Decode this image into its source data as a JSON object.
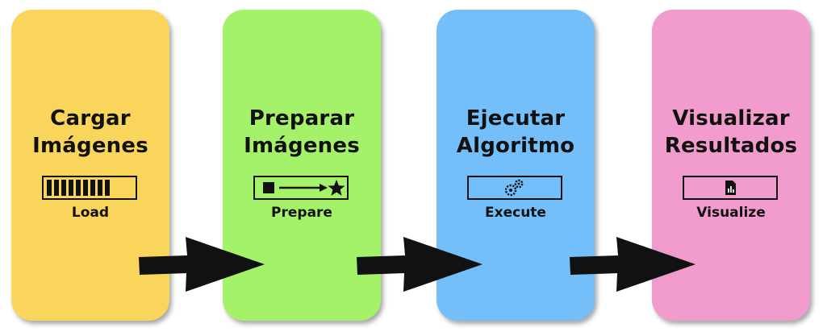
{
  "steps": [
    {
      "title_line1": "Cargar",
      "title_line2": "Imágenes",
      "label": "Load",
      "color": "#fad55b",
      "icon": "progress-bar-icon"
    },
    {
      "title_line1": "Preparar",
      "title_line2": "Imágenes",
      "label": "Prepare",
      "color": "#a4f26a",
      "icon": "square-arrow-star-icon"
    },
    {
      "title_line1": "Ejecutar",
      "title_line2": "Algoritmo",
      "label": "Execute",
      "color": "#74bff9",
      "icon": "gears-icon"
    },
    {
      "title_line1": "Visualizar",
      "title_line2": "Resultados",
      "label": "Visualize",
      "color": "#f29bcd",
      "icon": "chart-document-icon"
    }
  ],
  "arrow_color": "#111111"
}
